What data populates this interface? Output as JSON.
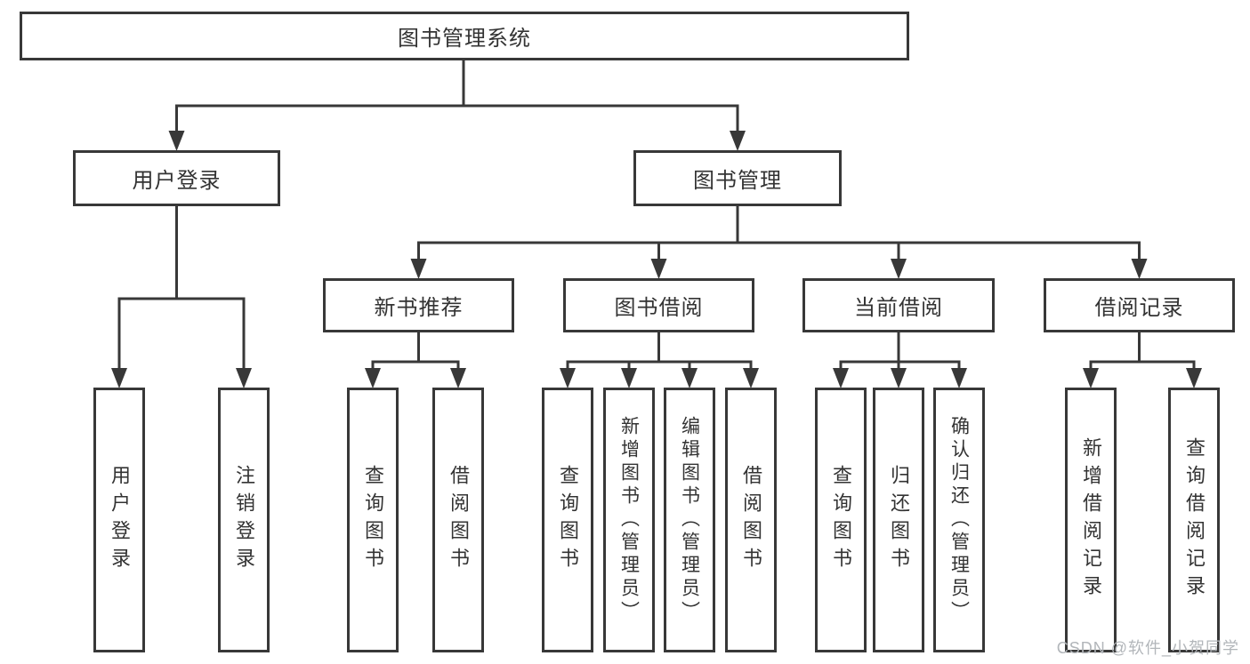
{
  "diagram": {
    "title": "图书管理系统",
    "tree": {
      "label": "图书管理系统",
      "children": [
        {
          "label": "用户登录",
          "children": [
            {
              "label": "用户登录"
            },
            {
              "label": "注销登录"
            }
          ]
        },
        {
          "label": "图书管理",
          "children": [
            {
              "label": "新书推荐",
              "children": [
                {
                  "label": "查询图书"
                },
                {
                  "label": "借阅图书"
                }
              ]
            },
            {
              "label": "图书借阅",
              "children": [
                {
                  "label": "查询图书"
                },
                {
                  "label": "新增图书（管理员）"
                },
                {
                  "label": "编辑图书（管理员）"
                },
                {
                  "label": "借阅图书"
                }
              ]
            },
            {
              "label": "当前借阅",
              "children": [
                {
                  "label": "查询图书"
                },
                {
                  "label": "归还图书"
                },
                {
                  "label": "确认归还（管理员）"
                }
              ]
            },
            {
              "label": "借阅记录",
              "children": [
                {
                  "label": "新增借阅记录"
                },
                {
                  "label": "查询借阅记录"
                }
              ]
            }
          ]
        }
      ]
    }
  },
  "watermark": {
    "text": "CSDN @软件_小贺同学",
    "color": "#b2b6ba"
  },
  "colors": {
    "line": "#383838",
    "text": "#333333",
    "box_background": "#ffffff",
    "page_background": "#ffffff"
  }
}
